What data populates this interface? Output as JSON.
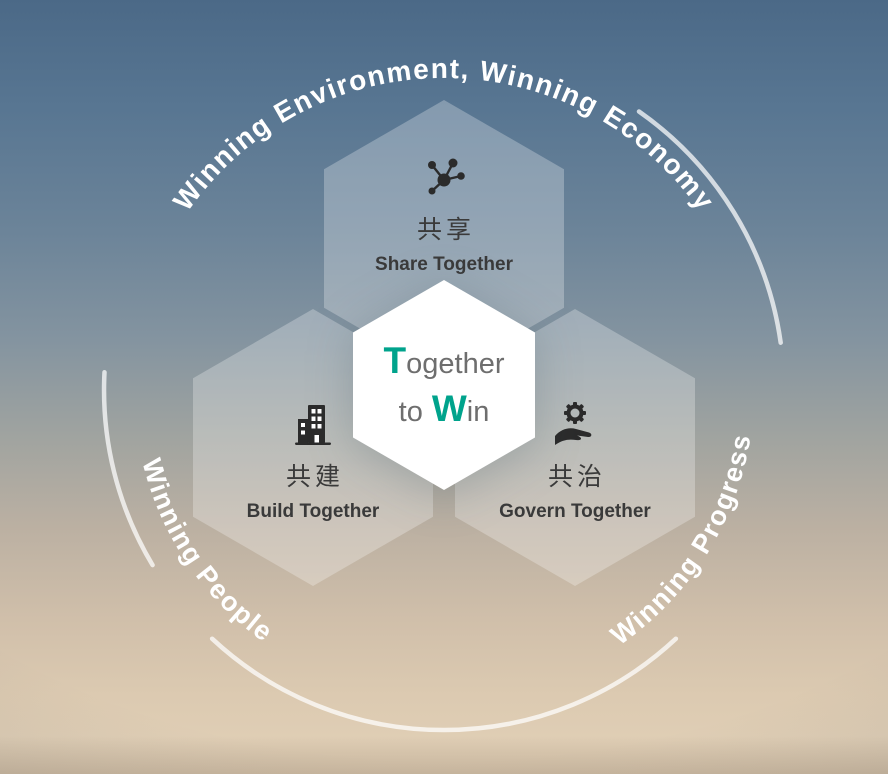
{
  "diagram": {
    "name": "Together to Win honeycomb diagram"
  },
  "arc_labels": {
    "top": "Winning Environment, Winning Economy",
    "left": "Winning People",
    "right": "Winning Progress"
  },
  "hexagons": [
    {
      "id": "share",
      "zh": "共享",
      "en": "Share Together",
      "icon": "network-share-icon"
    },
    {
      "id": "build",
      "zh": "共建",
      "en": "Build Together",
      "icon": "building-icon"
    },
    {
      "id": "govern",
      "zh": "共治",
      "en": "Govern Together",
      "icon": "gear-hand-icon"
    }
  ],
  "center": {
    "line1_accent": "T",
    "line1_rest": "ogether",
    "line2_pre": "to",
    "line2_accent": "W",
    "line2_rest": "in"
  },
  "colors": {
    "accent_teal": "#00a38c",
    "arc_text": "#ffffff",
    "ring_stroke": "#ffffff",
    "label_dark": "#3a3a3a",
    "background_top": "#4b6987",
    "background_bottom": "#e2d1b8"
  }
}
